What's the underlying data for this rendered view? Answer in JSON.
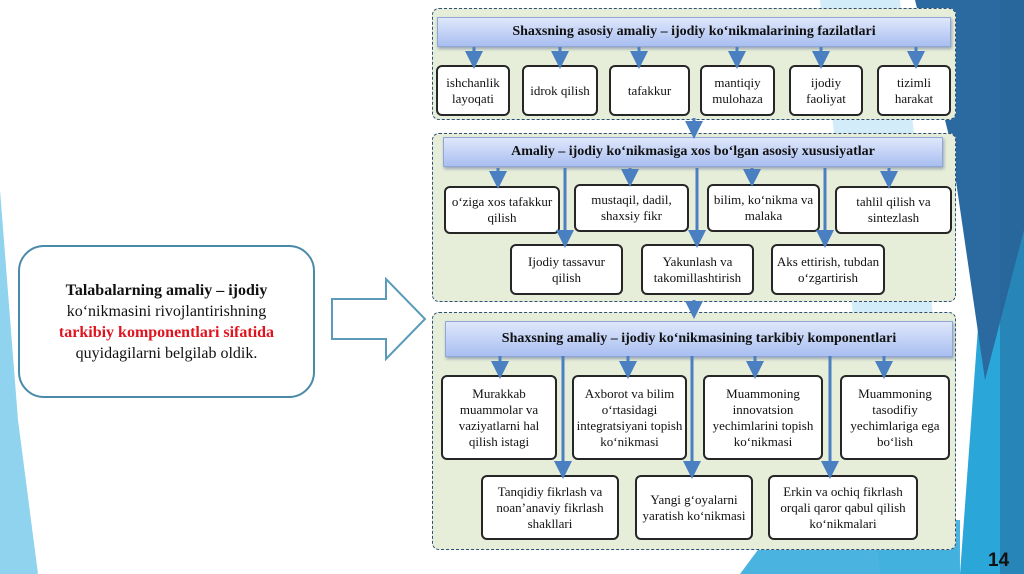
{
  "slide": {
    "page_number": "14",
    "colors": {
      "accent_red": "#e0141e",
      "section_fill": "#e6eed9",
      "header_fill": "#a9bff1",
      "arrow": "#4a7fc1",
      "bg_dark_blue": "#2a6aa0",
      "bg_light_blue": "#2aa6d9"
    }
  },
  "intro": {
    "line1": "Talabalarning amaliy – ijodiy",
    "line2": "ko‘nikmasini rivojlantirishning",
    "line3": "tarkibiy komponentlari sifatida",
    "line4": "quyidagilarni belgilab oldik."
  },
  "section1": {
    "title": "Shaxsning asosiy amaliy – ijodiy ko‘nikmalarining fazilatlari",
    "items": [
      "ishchanlik layoqati",
      "idrok qilish",
      "tafakkur",
      "mantiqiy mulohaza",
      "ijodiy faoliyat",
      "tizimli harakat"
    ]
  },
  "section2": {
    "title": "Amaliy – ijodiy ko‘nikmasiga xos bo‘lgan asosiy xususiyatlar",
    "row1": [
      "o‘ziga xos tafakkur qilish",
      "mustaqil, dadil, shaxsiy fikr",
      "bilim, ko‘nikma va malaka",
      "tahlil qilish va sintezlash"
    ],
    "row2": [
      "Ijodiy tassavur qilish",
      "Yakunlash va takomillashtirish",
      "Aks ettirish, tubdan o‘zgartirish"
    ]
  },
  "section3": {
    "title": "Shaxsning amaliy – ijodiy ko‘nikmasining tarkibiy komponentlari",
    "row1": [
      "Murakkab muammolar va vaziyatlarni hal qilish istagi",
      "Axborot va bilim o‘rtasidagi integratsiyani topish ko‘nikmasi",
      "Muammoning innovatsion yechimlarini topish ko‘nikmasi",
      "Muammoning tasodifiy yechimlariga ega bo‘lish"
    ],
    "row2": [
      "Tanqidiy fikrlash va noan’anaviy fikrlash shakllari",
      "Yangi g‘oyalarni yaratish ko‘nikmasi",
      "Erkin va ochiq fikrlash orqali qaror qabul qilish ko‘nikmalari"
    ]
  }
}
